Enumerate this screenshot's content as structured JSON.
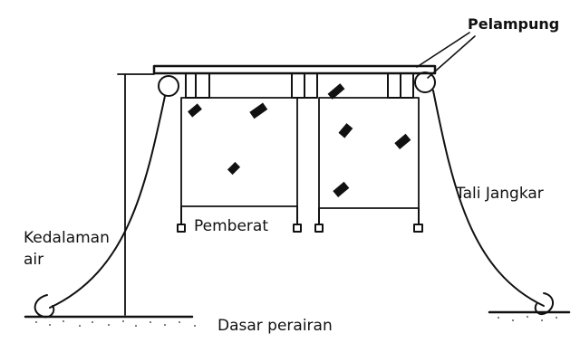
{
  "labels": {
    "float": "Pelampung",
    "anchor_rope": "Tali Jangkar",
    "depth_line1": "Kedalaman",
    "depth_line2": "air",
    "weight": "Pemberat",
    "seabed": "Dasar perairan"
  },
  "colors": {
    "ink": "#111111",
    "background": "#ffffff"
  }
}
